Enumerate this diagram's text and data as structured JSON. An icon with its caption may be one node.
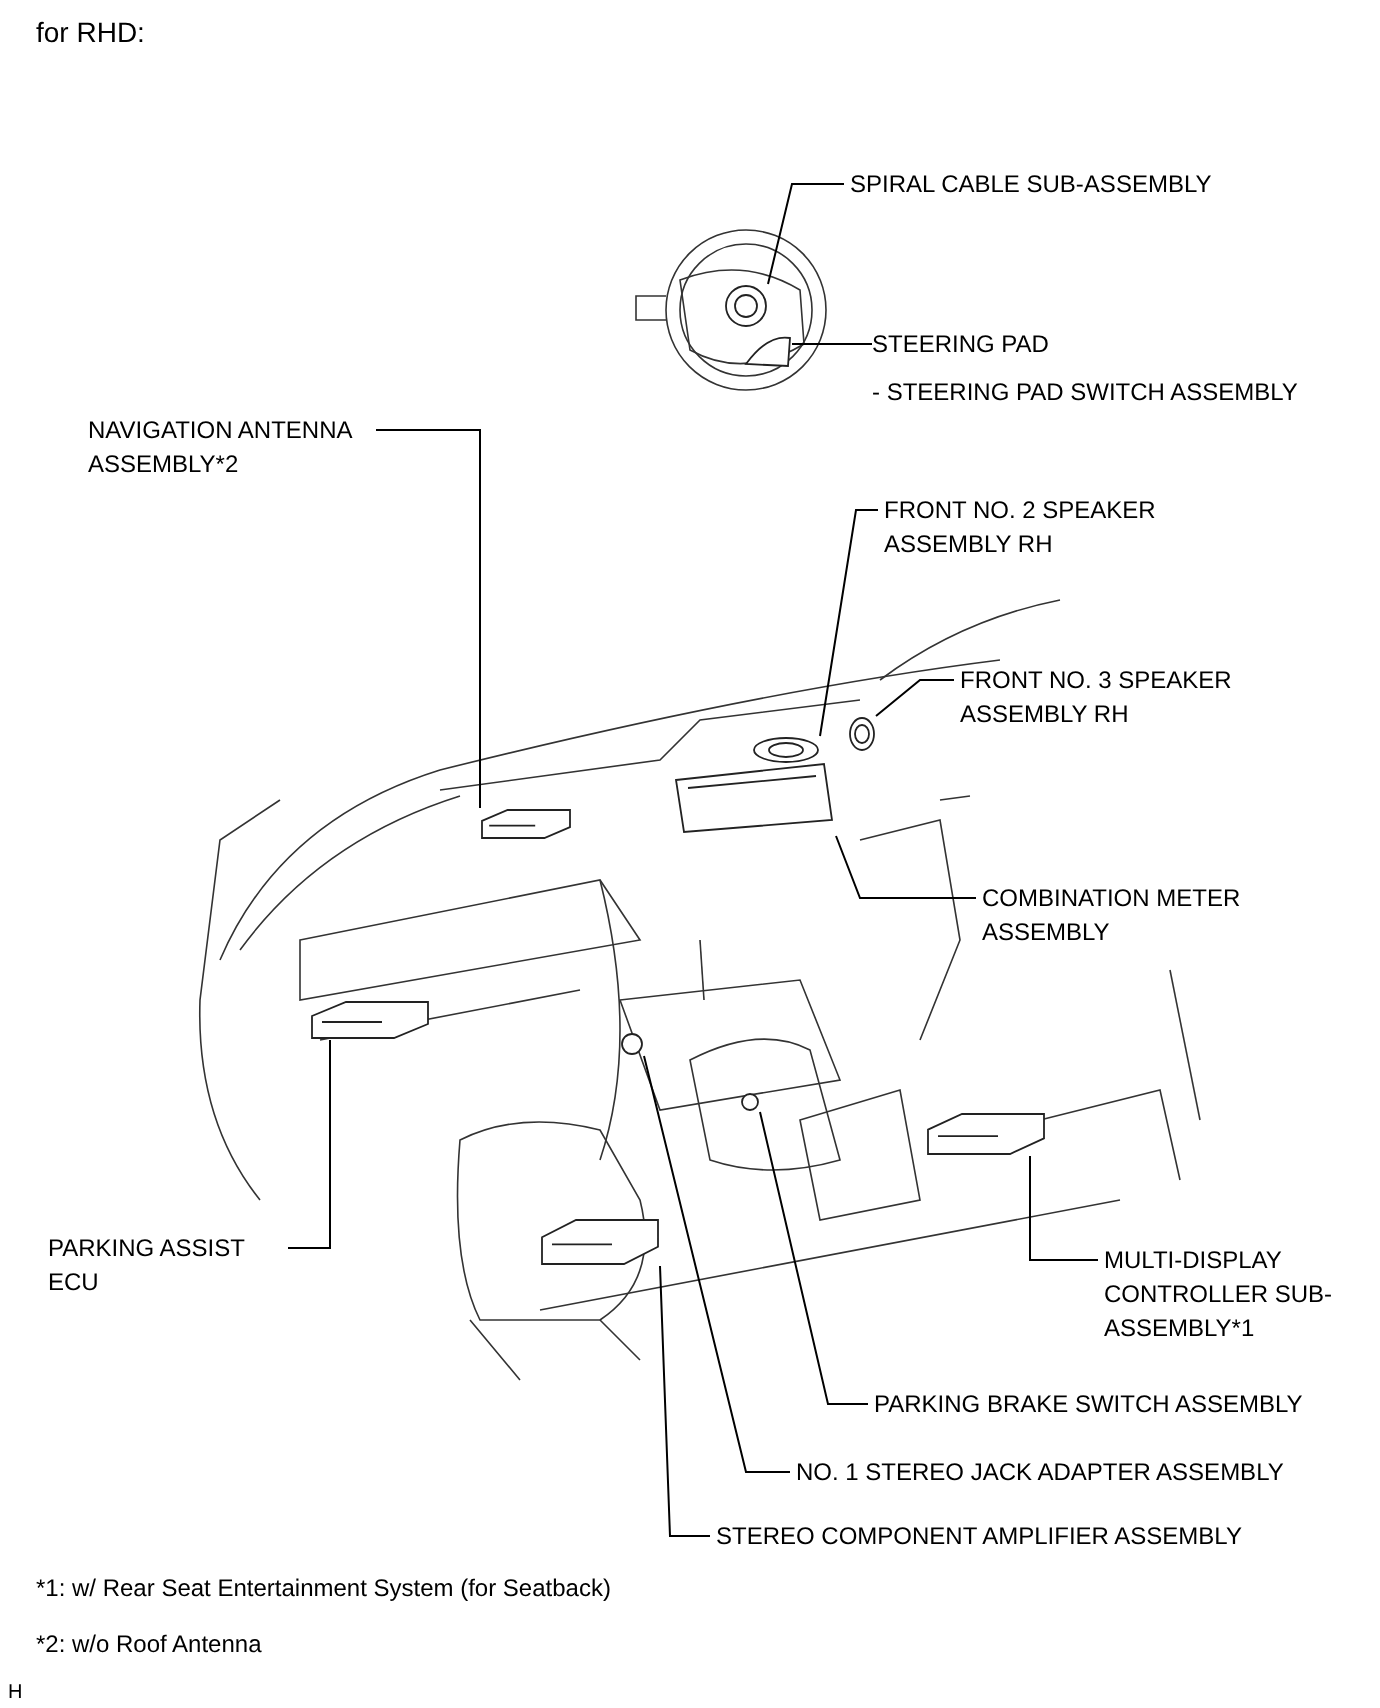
{
  "diagram": {
    "nodes": [
      {
        "text": [
          "SPIRAL CABLE SUB-ASSEMBLY"
        ]
      },
      {
        "text": [],
        "shape": "picture"
      },
      {
        "text": [
          "STEERING PAD"
        ]
      },
      {
        "text": [],
        "shape": "picture"
      },
      {
        "text": [
          "NAVIGATION ANTENNA ASSEMBLY*2"
        ]
      },
      {
        "text": [],
        "shape": "picture"
      },
      {
        "text": [
          "FRONT NO. 2 SPEAKER ASSEMBLY RH"
        ]
      },
      {
        "text": [],
        "shape": "picture"
      },
      {
        "text": [
          "FRONT NO. 3 SPEAKER ASSEMBLY RH"
        ]
      },
      {
        "text": [],
        "shape": "picture"
      },
      {
        "text": [
          "COMBINATION METER ASSEMBLY"
        ]
      },
      {
        "text": [],
        "shape": "picture"
      },
      {
        "text": [
          "PARKING ASSIST ECU"
        ]
      },
      {
        "text": [],
        "shape": "picture"
      },
      {
        "text": [
          "MULTI-DISPLAY CONTROLLER SUB-ASSEMBLY*1"
        ]
      },
      {
        "text": [],
        "shape": "picture"
      },
      {
        "text": [
          "PARKING BRAKE SWITCH ASSEMBLY"
        ]
      },
      {
        "text": [],
        "shape": "circle"
      },
      {
        "text": [
          "NO. 1 STEREO JACK ADAPTER ASSEMBLY"
        ]
      },
      {
        "text": [],
        "shape": "circle"
      },
      {
        "text": [
          "STEREO COMPONENT AMPLIFIER ASSEMBLY"
        ]
      },
      {
        "text": [],
        "shape": "picture"
      }
    ],
    "edges": [
      {
        "from": 0,
        "to": 1,
        "arrow": "none"
      },
      {
        "from": 2,
        "to": 3,
        "arrow": "none"
      },
      {
        "from": 4,
        "to": 5,
        "arrow": "none"
      },
      {
        "from": 6,
        "to": 7,
        "arrow": "none"
      },
      {
        "from": 8,
        "to": 9,
        "arrow": "none"
      },
      {
        "from": 10,
        "to": 11,
        "arrow": "none"
      },
      {
        "from": 12,
        "to": 13,
        "arrow": "none"
      },
      {
        "from": 14,
        "to": 15,
        "arrow": "none"
      },
      {
        "from": 16,
        "to": 17,
        "arrow": "none"
      },
      {
        "from": 18,
        "to": 19,
        "arrow": "none"
      },
      {
        "from": 20,
        "to": 21,
        "arrow": "none"
      }
    ],
    "labels": [
      "for RHD:",
      "- STEERING PAD SWITCH ASSEMBLY",
      "*1: w/ Rear Seat Entertainment System (for Seatback)",
      "*2: w/o Roof Antenna",
      "H"
    ]
  }
}
